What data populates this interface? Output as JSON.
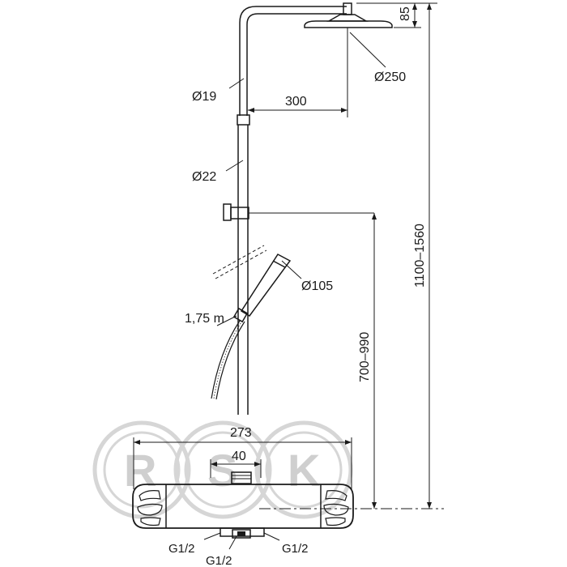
{
  "diagram": {
    "dimensions": {
      "head_height": "85",
      "head_diameter": "Ø250",
      "arm_pipe_diameter": "Ø19",
      "arm_length": "300",
      "riser_diameter": "Ø22",
      "hand_shower_diameter": "Ø105",
      "hose_length": "1,75 m",
      "total_height": "1100–1560",
      "holder_height": "700–990",
      "mixer_width": "273",
      "center_outlet": "40",
      "inlet_left": "G1/2",
      "inlet_center": "G1/2",
      "inlet_right": "G1/2"
    },
    "watermark": {
      "letters": [
        "R",
        "S",
        "K"
      ],
      "color": "#cfcfcf"
    },
    "colors": {
      "line": "#1a1a1a",
      "background": "#ffffff"
    }
  }
}
